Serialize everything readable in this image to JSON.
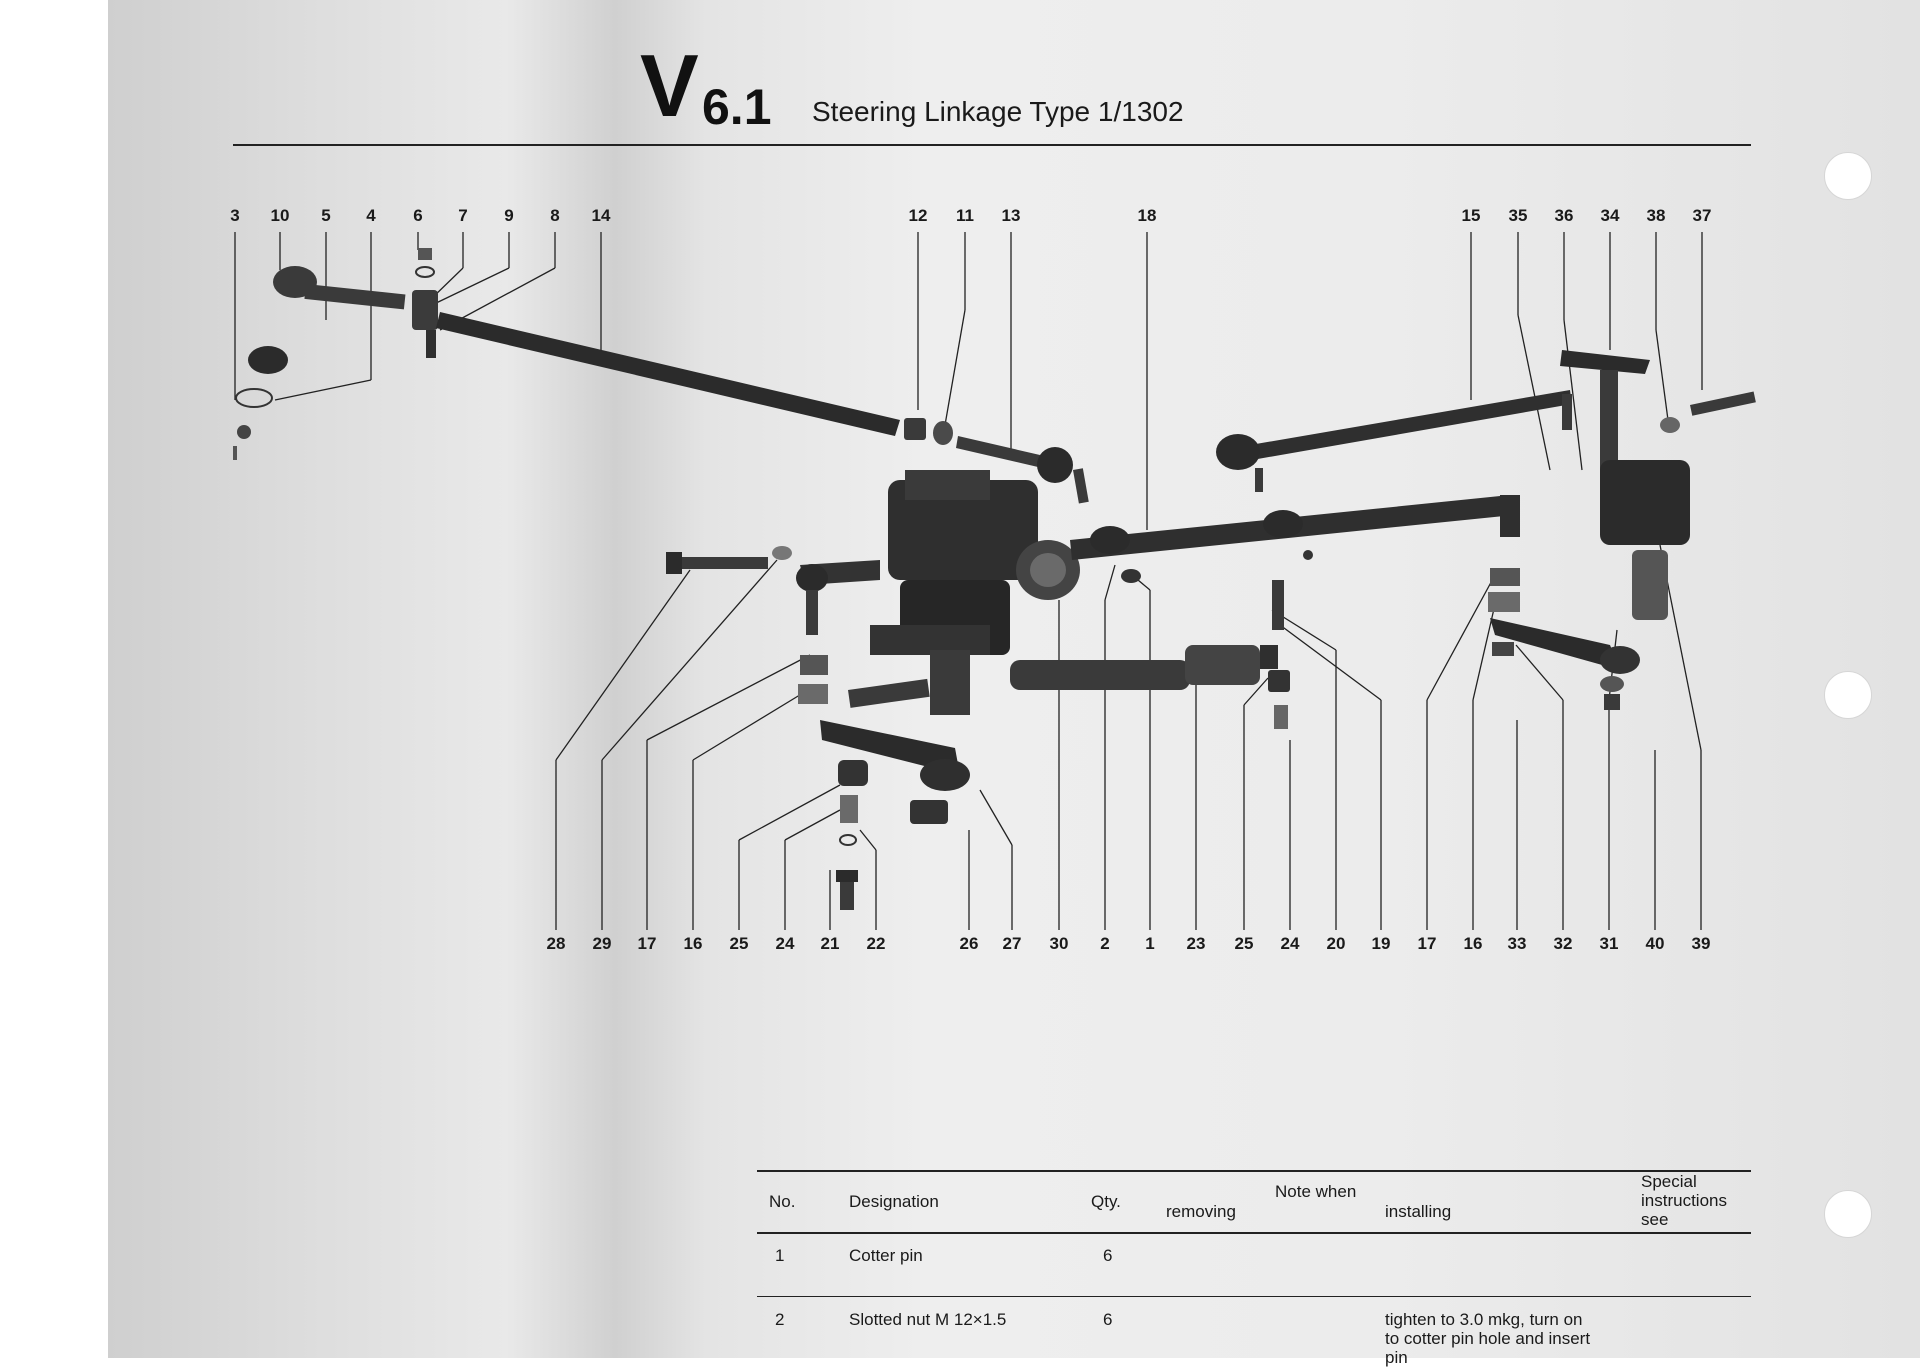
{
  "header": {
    "code_letter": "V",
    "code_number": "6.1",
    "title": "Steering Linkage Type 1/1302"
  },
  "diagram": {
    "top_labels": [
      "3",
      "10",
      "5",
      "4",
      "6",
      "7",
      "9",
      "8",
      "14",
      "12",
      "11",
      "13",
      "18",
      "15",
      "35",
      "36",
      "34",
      "38",
      "37"
    ],
    "bottom_labels": [
      "28",
      "29",
      "17",
      "16",
      "25",
      "24",
      "21",
      "22",
      "26",
      "27",
      "30",
      "2",
      "1",
      "23",
      "25",
      "24",
      "20",
      "19",
      "17",
      "16",
      "33",
      "32",
      "31",
      "40",
      "39"
    ]
  },
  "table": {
    "headers": {
      "no": "No.",
      "designation": "Designation",
      "qty": "Qty.",
      "note_when": "Note when",
      "removing": "removing",
      "installing": "installing",
      "special_line1": "Special",
      "special_line2": "instructions",
      "special_line3": "see"
    },
    "rows": [
      {
        "no": "1",
        "designation": "Cotter pin",
        "qty": "6",
        "removing": "",
        "installing_line1": "",
        "installing_line2": "",
        "installing_line3": ""
      },
      {
        "no": "2",
        "designation": "Slotted nut M 12×1.5",
        "qty": "6",
        "removing": "",
        "installing_line1": "tighten to 3.0 mkg, turn on",
        "installing_line2": "to cotter pin hole and insert",
        "installing_line3": "pin"
      }
    ]
  },
  "colors": {
    "paper": "#e6e6e6",
    "ink": "#1a1a1a",
    "part_dark": "#2b2b2b",
    "part_mid": "#5a5a5a"
  }
}
